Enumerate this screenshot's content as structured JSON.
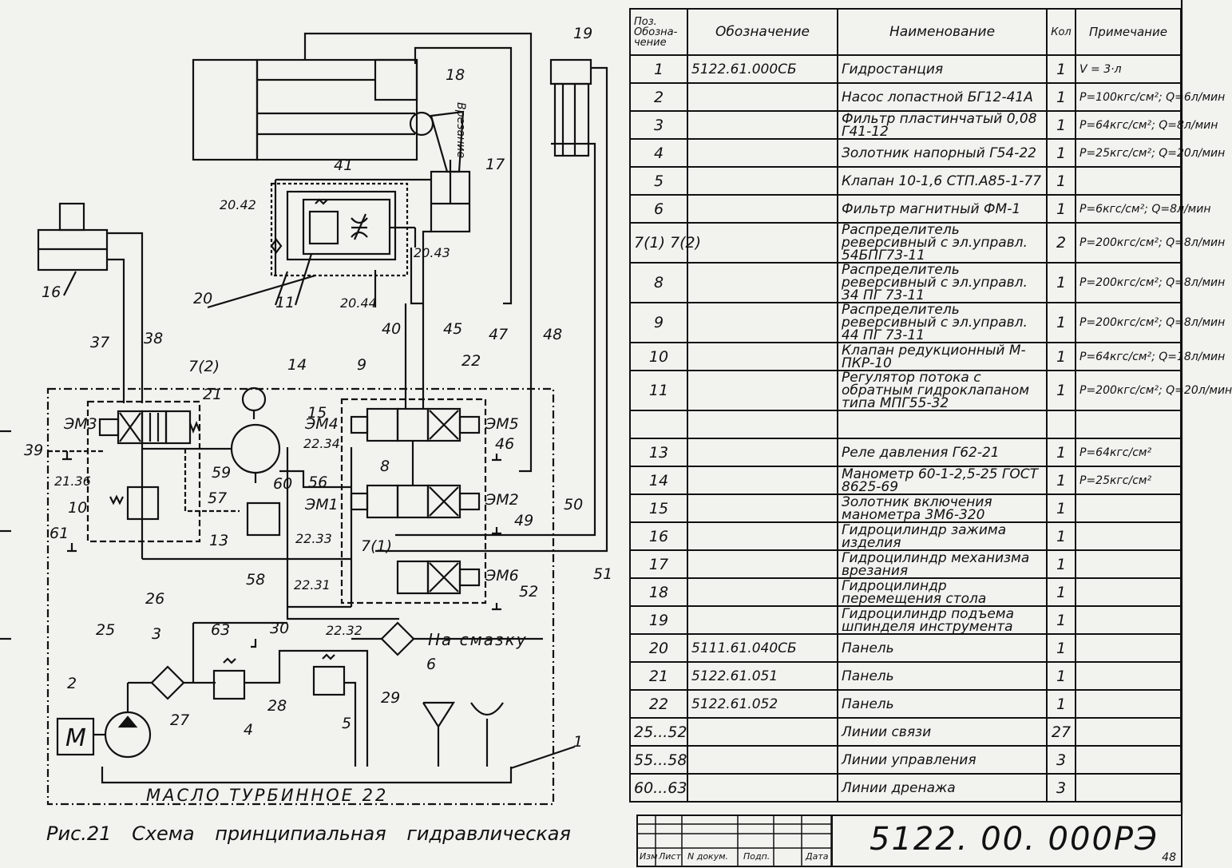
{
  "document": {
    "code": "5122. 00. 000РЭ",
    "page": "48",
    "caption": "Рис.21 Схема принципиальная гидравлическая",
    "oil_label": "МАСЛО ТУРБИННОЕ 22",
    "lubrication_label": "На смазку",
    "vrez_label": "Врезание"
  },
  "table": {
    "headers": {
      "pos": "Поз. Обозна- чение",
      "designation": "Обозначение",
      "name": "Наименование",
      "qty": "Кол",
      "note": "Примечание"
    },
    "rows": [
      {
        "pos": "1",
        "designation": "5122.61.000СБ",
        "name": "Гидростанция",
        "qty": "1",
        "note": "V = 3·л"
      },
      {
        "pos": "2",
        "designation": "",
        "name": "Насос лопастной БГ12-41А",
        "qty": "1",
        "note": "P=100кгс/см²; Q=6л/мин"
      },
      {
        "pos": "3",
        "designation": "",
        "name": "Фильтр пластинчатый 0,08 Г41-12",
        "qty": "1",
        "note": "P=64кгс/см²; Q=8л/мин"
      },
      {
        "pos": "4",
        "designation": "",
        "name": "Золотник напорный Г54-22",
        "qty": "1",
        "note": "P=25кгс/см²; Q=20л/мин"
      },
      {
        "pos": "5",
        "designation": "",
        "name": "Клапан 10-1,6 СТП.А85-1-77",
        "qty": "1",
        "note": ""
      },
      {
        "pos": "6",
        "designation": "",
        "name": "Фильтр магнитный ФМ-1",
        "qty": "1",
        "note": "P=6кгс/см²; Q=8л/мин"
      },
      {
        "pos": "7(1) 7(2)",
        "designation": "",
        "name": "Распределитель реверсивный с эл.управл. 54БПГ73-11",
        "qty": "2",
        "note": "P=200кгс/см²; Q=8л/мин"
      },
      {
        "pos": "8",
        "designation": "",
        "name": "Распределитель реверсивный с эл.управл. 34 ПГ 73-11",
        "qty": "1",
        "note": "P=200кгс/см²; Q=8л/мин"
      },
      {
        "pos": "9",
        "designation": "",
        "name": "Распределитель реверсивный с эл.управл. 44 ПГ 73-11",
        "qty": "1",
        "note": "P=200кгс/см²; Q=8л/мин"
      },
      {
        "pos": "10",
        "designation": "",
        "name": "Клапан редукционный М-ПКР-10",
        "qty": "1",
        "note": "P=64кгс/см²; Q=18л/мин"
      },
      {
        "pos": "11",
        "designation": "",
        "name": "Регулятор потока с обратным гидроклапаном типа МПГ55-32",
        "qty": "1",
        "note": "P=200кгс/см²; Q=20л/мин"
      },
      {
        "pos": "",
        "designation": "",
        "name": "",
        "qty": "",
        "note": ""
      },
      {
        "pos": "13",
        "designation": "",
        "name": "Реле давления Г62-21",
        "qty": "1",
        "note": "P=64кгс/см²"
      },
      {
        "pos": "14",
        "designation": "",
        "name": "Манометр 60-1-2,5-25 ГОСТ 8625-69",
        "qty": "1",
        "note": "P=25кгс/см²"
      },
      {
        "pos": "15",
        "designation": "",
        "name": "Золотник включения манометра 3М6-320",
        "qty": "1",
        "note": ""
      },
      {
        "pos": "16",
        "designation": "",
        "name": "Гидроцилиндр зажима изделия",
        "qty": "1",
        "note": ""
      },
      {
        "pos": "17",
        "designation": "",
        "name": "Гидроцилиндр механизма врезания",
        "qty": "1",
        "note": ""
      },
      {
        "pos": "18",
        "designation": "",
        "name": "Гидроцилиндр перемещения стола",
        "qty": "1",
        "note": ""
      },
      {
        "pos": "19",
        "designation": "",
        "name": "Гидроцилиндр подъема шпинделя инструмента",
        "qty": "1",
        "note": ""
      },
      {
        "pos": "20",
        "designation": "5111.61.040СБ",
        "name": "Панель",
        "qty": "1",
        "note": ""
      },
      {
        "pos": "21",
        "designation": "5122.61.051",
        "name": "Панель",
        "qty": "1",
        "note": ""
      },
      {
        "pos": "22",
        "designation": "5122.61.052",
        "name": "Панель",
        "qty": "1",
        "note": ""
      },
      {
        "pos": "25...52",
        "designation": "",
        "name": "Линии связи",
        "qty": "27",
        "note": ""
      },
      {
        "pos": "55...58",
        "designation": "",
        "name": "Линии управления",
        "qty": "3",
        "note": ""
      },
      {
        "pos": "60...63",
        "designation": "",
        "name": "Линии дренажа",
        "qty": "3",
        "note": ""
      }
    ]
  },
  "title_block_headers": [
    "Изм",
    "Лист",
    "N докум.",
    "Подп.",
    "Дата"
  ],
  "labels": {
    "l1": "1",
    "l2": "2",
    "l3": "3",
    "l4": "4",
    "l5": "5",
    "l6": "6",
    "l7_1": "7(1)",
    "l7_2": "7(2)",
    "l8": "8",
    "l9": "9",
    "l10": "10",
    "l11": "11",
    "l13": "13",
    "l14": "14",
    "l15": "15",
    "l16": "16",
    "l17": "17",
    "l18": "18",
    "l19": "19",
    "l20": "20",
    "l21": "21",
    "l22": "22",
    "l25": "25",
    "l26": "26",
    "l27": "27",
    "l28": "28",
    "l29": "29",
    "l30": "30",
    "l37": "37",
    "l38": "38",
    "l39": "39",
    "l40": "40",
    "l41": "41",
    "l45": "45",
    "l46": "46",
    "l47": "47",
    "l48": "48",
    "l49": "49",
    "l50": "50",
    "l51": "51",
    "l52": "52",
    "l56": "56",
    "l57": "57",
    "l58": "58",
    "l59": "59",
    "l60": "60",
    "l61": "61",
    "l63": "63",
    "p2042": "20.42",
    "p2043": "20.43",
    "p2044": "20.44",
    "p2136": "21.36",
    "p2231": "22.31",
    "p2232": "22.32",
    "p2233": "22.33",
    "p2234": "22.34",
    "em1": "ЭМ1",
    "em2": "ЭМ2",
    "em3": "ЭМ3",
    "em4": "ЭМ4",
    "em5": "ЭМ5",
    "em6": "ЭМ6",
    "motor": "М"
  }
}
